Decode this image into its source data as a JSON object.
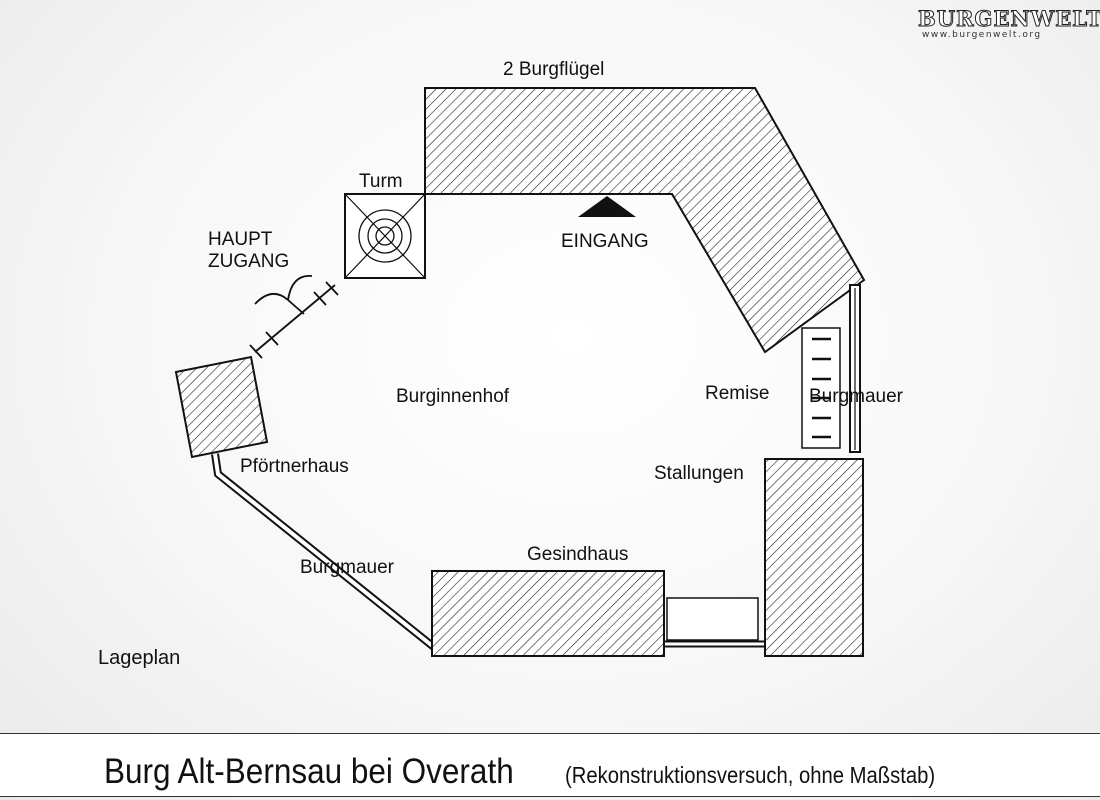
{
  "watermark": {
    "brand": "BURGENWELT",
    "url": "www.burgenwelt.org"
  },
  "labels": {
    "wing": "2 Burgflügel",
    "tower": "Turm",
    "entrance": "EINGANG",
    "main_access_1": "HAUPT",
    "main_access_2": "ZUGANG",
    "courtyard": "Burginnenhof",
    "remise": "Remise",
    "wall_right": "Burgmauer",
    "gatehouse": "Pförtnerhaus",
    "stables": "Stallungen",
    "servants_house": "Gesindhaus",
    "wall_left": "Burgmauer",
    "site_plan": "Lageplan"
  },
  "caption": {
    "title": "Burg Alt-Bernsau bei Overath",
    "note": "(Rekonstruktionsversuch, ohne Maßstab)"
  }
}
